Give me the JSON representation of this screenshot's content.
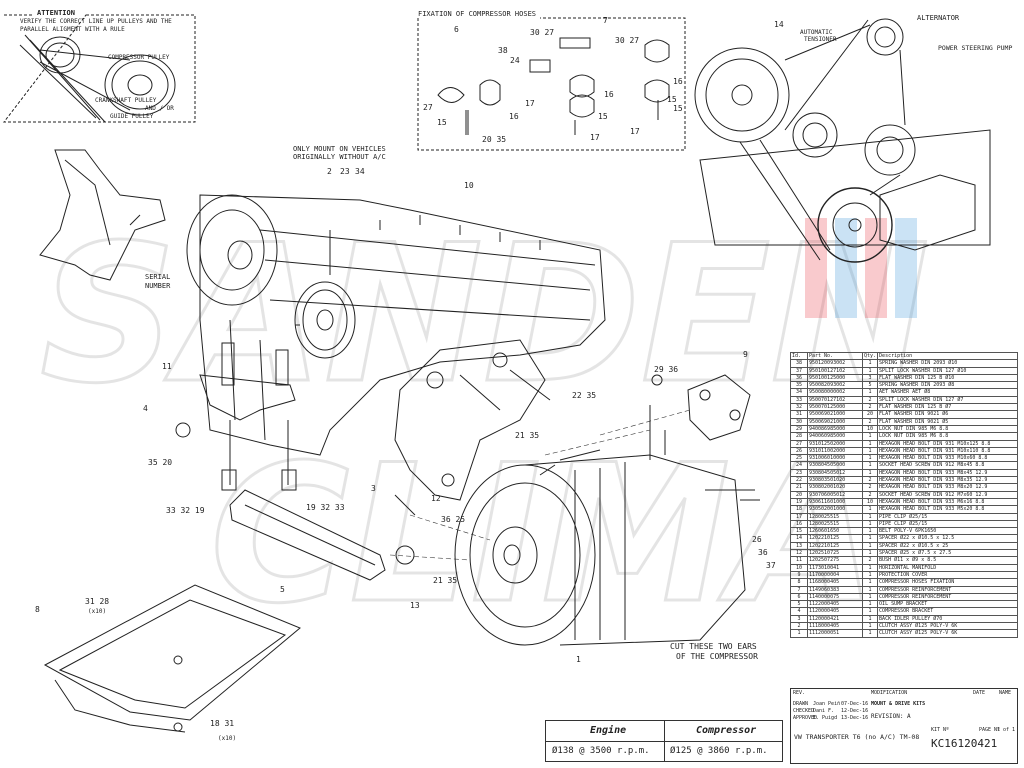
{
  "attention": {
    "heading": "ATTENTION",
    "line1": "VERIFY THE CORRECT LINE UP PULLEYS AND THE",
    "line2": "PARALLEL ALIGMENT WITH A RULE",
    "compressor_pulley": "COMPRESSOR PULLEY",
    "crank1": "CRANKSHAFT PULLEY",
    "crank2": "AND / OR",
    "crank3": "GUIDE PULLEY"
  },
  "serial": {
    "line1": "SERIAL",
    "line2": "NUMBER"
  },
  "hoses": {
    "title": "FIXATION OF COMPRESSOR HOSES"
  },
  "mount_note": {
    "line1": "ONLY MOUNT ON VEHICLES",
    "line2": "ORIGINALLY WITHOUT A/C"
  },
  "belt_labels": {
    "alternator": "ALTERNATOR",
    "auto_tensioner_1": "AUTOMATIC",
    "auto_tensioner_2": "TENSIONER",
    "power_steering": "POWER STEERING PUMP"
  },
  "cut_note": {
    "line1": "CUT THESE TWO EARS",
    "line2": "OF THE COMPRESSOR"
  },
  "rpm": {
    "engine_label": "Engine",
    "compressor_label": "Compressor",
    "engine_value": "Ø138 @ 3500 r.p.m.",
    "compressor_value": "Ø125 @ 3860 r.p.m."
  },
  "callouts": {
    "c6": "6",
    "c3027a": "30 27",
    "c38": "38",
    "c24": "24",
    "c2035": "20 35",
    "c3027b": "30 27",
    "c7": "7",
    "c27": "27",
    "c15a": "15",
    "c16a": "16",
    "c17a": "17",
    "c16b": "16",
    "c15b": "15",
    "c17b": "17",
    "c16c": "16",
    "c15c": "15",
    "c17c": "17",
    "c15d": "15",
    "c14": "14",
    "c10": "10",
    "c2": "2",
    "c23": "23",
    "c34": "34",
    "c9": "9",
    "c11": "11",
    "c4": "4",
    "c3520": "35 20",
    "c3": "3",
    "c12": "12",
    "c2135a": "21 35",
    "c2235": "22 35",
    "c2936": "29 36",
    "c333219": "33 32 19",
    "c193233": "19 32 33",
    "c3625": "36 25",
    "c5": "5",
    "c2135b": "21 35",
    "c13": "13",
    "c8": "8",
    "c3128": "31 28",
    "x10a": "(x10)",
    "c1831": "18 31",
    "x10b": "(x10)",
    "c1": "1",
    "c26": "26",
    "c36": "36",
    "c37": "37"
  },
  "table": {
    "headers": [
      "Id.",
      "Part No.",
      "Qty.",
      "Description"
    ],
    "rows": [
      [
        "38",
        "950120093002",
        "1",
        "SPRING WASHER DIN 2093 Ø10"
      ],
      [
        "37",
        "950100127102",
        "1",
        "SPLIT LOCK WASHER DIN 127 Ø10"
      ],
      [
        "36",
        "950100125000",
        "3",
        "FLAT WASHER DIN 125 B Ø10"
      ],
      [
        "35",
        "950082093002",
        "5",
        "SPRING WASHER DIN 2093 Ø8"
      ],
      [
        "34",
        "950080000002",
        "1",
        "AET WASHER AET Ø8"
      ],
      [
        "33",
        "950070127102",
        "2",
        "SPLIT LOCK WASHER DIN 127 Ø7"
      ],
      [
        "32",
        "950070125000",
        "2",
        "FLAT WASHER DIN 125 B Ø7"
      ],
      [
        "31",
        "950069021000",
        "20",
        "FLAT WASHER DIN 9021 Ø6"
      ],
      [
        "30",
        "950069021000",
        "2",
        "FLAT WASHER DIN 9021 Ø5"
      ],
      [
        "29",
        "940086985000",
        "10",
        "LOCK NUT DIN 985 M6 8.8"
      ],
      [
        "28",
        "940060985000",
        "1",
        "LOCK NUT DIN 985 M6 8.8"
      ],
      [
        "27",
        "931012502000",
        "1",
        "HEXAGON HEAD BOLT DIN 931 M10x125 8.8"
      ],
      [
        "26",
        "931011002000",
        "1",
        "HEXAGON HEAD BOLT DIN 931 M10x110 8.8"
      ],
      [
        "25",
        "931006010000",
        "1",
        "HEXAGON HEAD BOLT DIN 933 M10x60 8.8"
      ],
      [
        "24",
        "930804505000",
        "1",
        "SOCKET HEAD SCREW DIN 912 M8x45 8.8"
      ],
      [
        "23",
        "930804505012",
        "1",
        "HEXAGON HEAD BOLT DIN 933 M8x45 12.9"
      ],
      [
        "22",
        "930803501020",
        "2",
        "HEXAGON HEAD BOLT DIN 933 M8x35 12.9"
      ],
      [
        "21",
        "930802001020",
        "2",
        "HEXAGON HEAD BOLT DIN 933 M8x20 12.9"
      ],
      [
        "20",
        "930706005012",
        "2",
        "SOCKET HEAD SCREW DIN 912 M7x60 12.9"
      ],
      [
        "19",
        "930611601000",
        "10",
        "HEXAGON HEAD BOLT DIN 933 M6x16 8.8"
      ],
      [
        "18",
        "930502001000",
        "1",
        "HEXAGON HEAD BOLT DIN 933 M5x20 8.8"
      ],
      [
        "17",
        "1280025515",
        "1",
        "PIPE CLIP Ø25/15"
      ],
      [
        "16",
        "1280025515",
        "1",
        "PIPE CLIP Ø25/15"
      ],
      [
        "15",
        "1260601650",
        "1",
        "BELT POLY-V 6PK1650"
      ],
      [
        "14",
        "1202210125",
        "1",
        "SPACER Ø22 x Ø10.5 x 12.5"
      ],
      [
        "13",
        "1202210125",
        "1",
        "SPACER Ø22 x Ø10.5 x 25"
      ],
      [
        "12",
        "1202510725",
        "1",
        "SPACER Ø25 x Ø7.5 x 27.5"
      ],
      [
        "11",
        "1202507275",
        "2",
        "BUSH Ø11 x Ø9 x 8.5"
      ],
      [
        "10",
        "1173010041",
        "1",
        "HORIZONTAL MANIFOLD"
      ],
      [
        "9",
        "1170000004",
        "1",
        "PROTECTION COVER"
      ],
      [
        "8",
        "1168000405",
        "1",
        "COMPRESSOR HOSES FIXATION"
      ],
      [
        "7",
        "1149060383",
        "1",
        "COMPRESSOR REINFORCEMENT"
      ],
      [
        "6",
        "1140000075",
        "1",
        "COMPRESSOR REINFORCEMENT"
      ],
      [
        "5",
        "1122000405",
        "1",
        "OIL SUMP BRACKET"
      ],
      [
        "4",
        "1120000405",
        "1",
        "COMPRESSOR BRACKET"
      ],
      [
        "3",
        "1120000421",
        "1",
        "BACK IDLER PULLEY Ø70"
      ],
      [
        "2",
        "1118000405",
        "1",
        "CLUTCH ASSY Ø125 POLY-V 6K"
      ],
      [
        "1",
        "1112000051",
        "1",
        "CLUTCH ASSY Ø125 POLY-V 6K"
      ]
    ]
  },
  "title_block": {
    "rev": "REV.",
    "modification": "MODIFICATION",
    "date": "DATE",
    "name": "NAME",
    "drawn": "DRAWN",
    "checked": "CHECKED",
    "approved": "APPROVED",
    "drawn_name": "Joan Peiñ",
    "checked_name": "Dani F.",
    "approved_name": "E. Puigd",
    "drawn_date": "07-Dec-16",
    "checked_date": "12-Dec-16",
    "approved_date": "13-Dec-16",
    "mount_title": "MOUNT & DRIVE KITS",
    "revision_label": "REVISION:",
    "revision_value": "A",
    "vehicle": "VW TRANSPORTER T6 (no A/C) TM-08",
    "kit_label": "KIT Nº",
    "kit_number": "KC16120421",
    "page_label": "PAGE Nº",
    "page_value": "1 of 1"
  },
  "watermark": {
    "line1": "SANDEN",
    "line2": "CLIMA"
  }
}
